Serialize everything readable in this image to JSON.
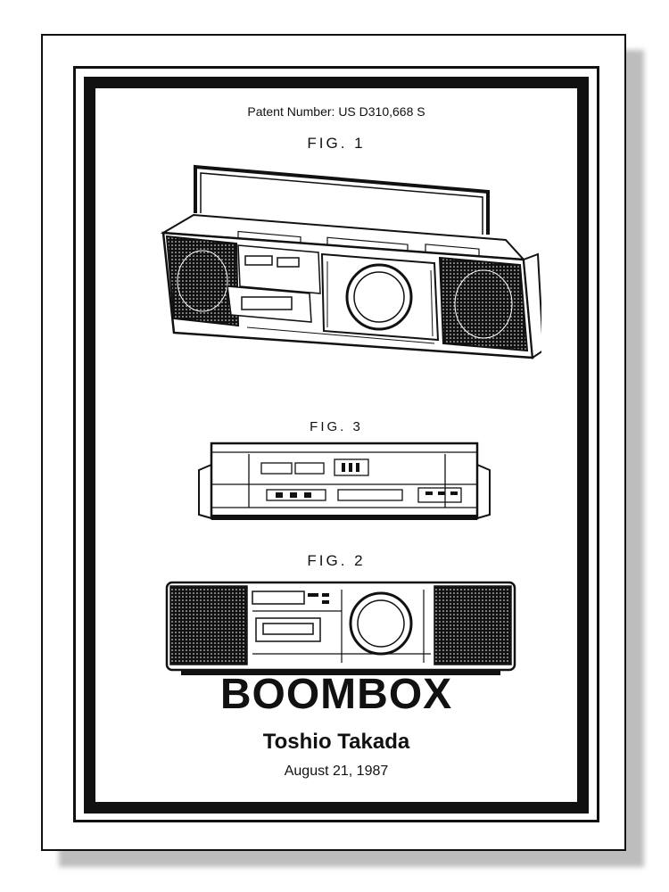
{
  "poster": {
    "patent_number": "Patent Number: US D310,668 S",
    "figures": [
      {
        "label": "FIG. 1",
        "depicts": "boombox-perspective"
      },
      {
        "label": "FIG. 3",
        "depicts": "boombox-top"
      },
      {
        "label": "FIG. 2",
        "depicts": "boombox-front"
      }
    ],
    "title": "BOOMBOX",
    "inventor": "Toshio Takada",
    "date": "August 21, 1987"
  },
  "colors": {
    "ink": "#111111",
    "paper": "#ffffff",
    "shadow": "#bdbdbd"
  }
}
